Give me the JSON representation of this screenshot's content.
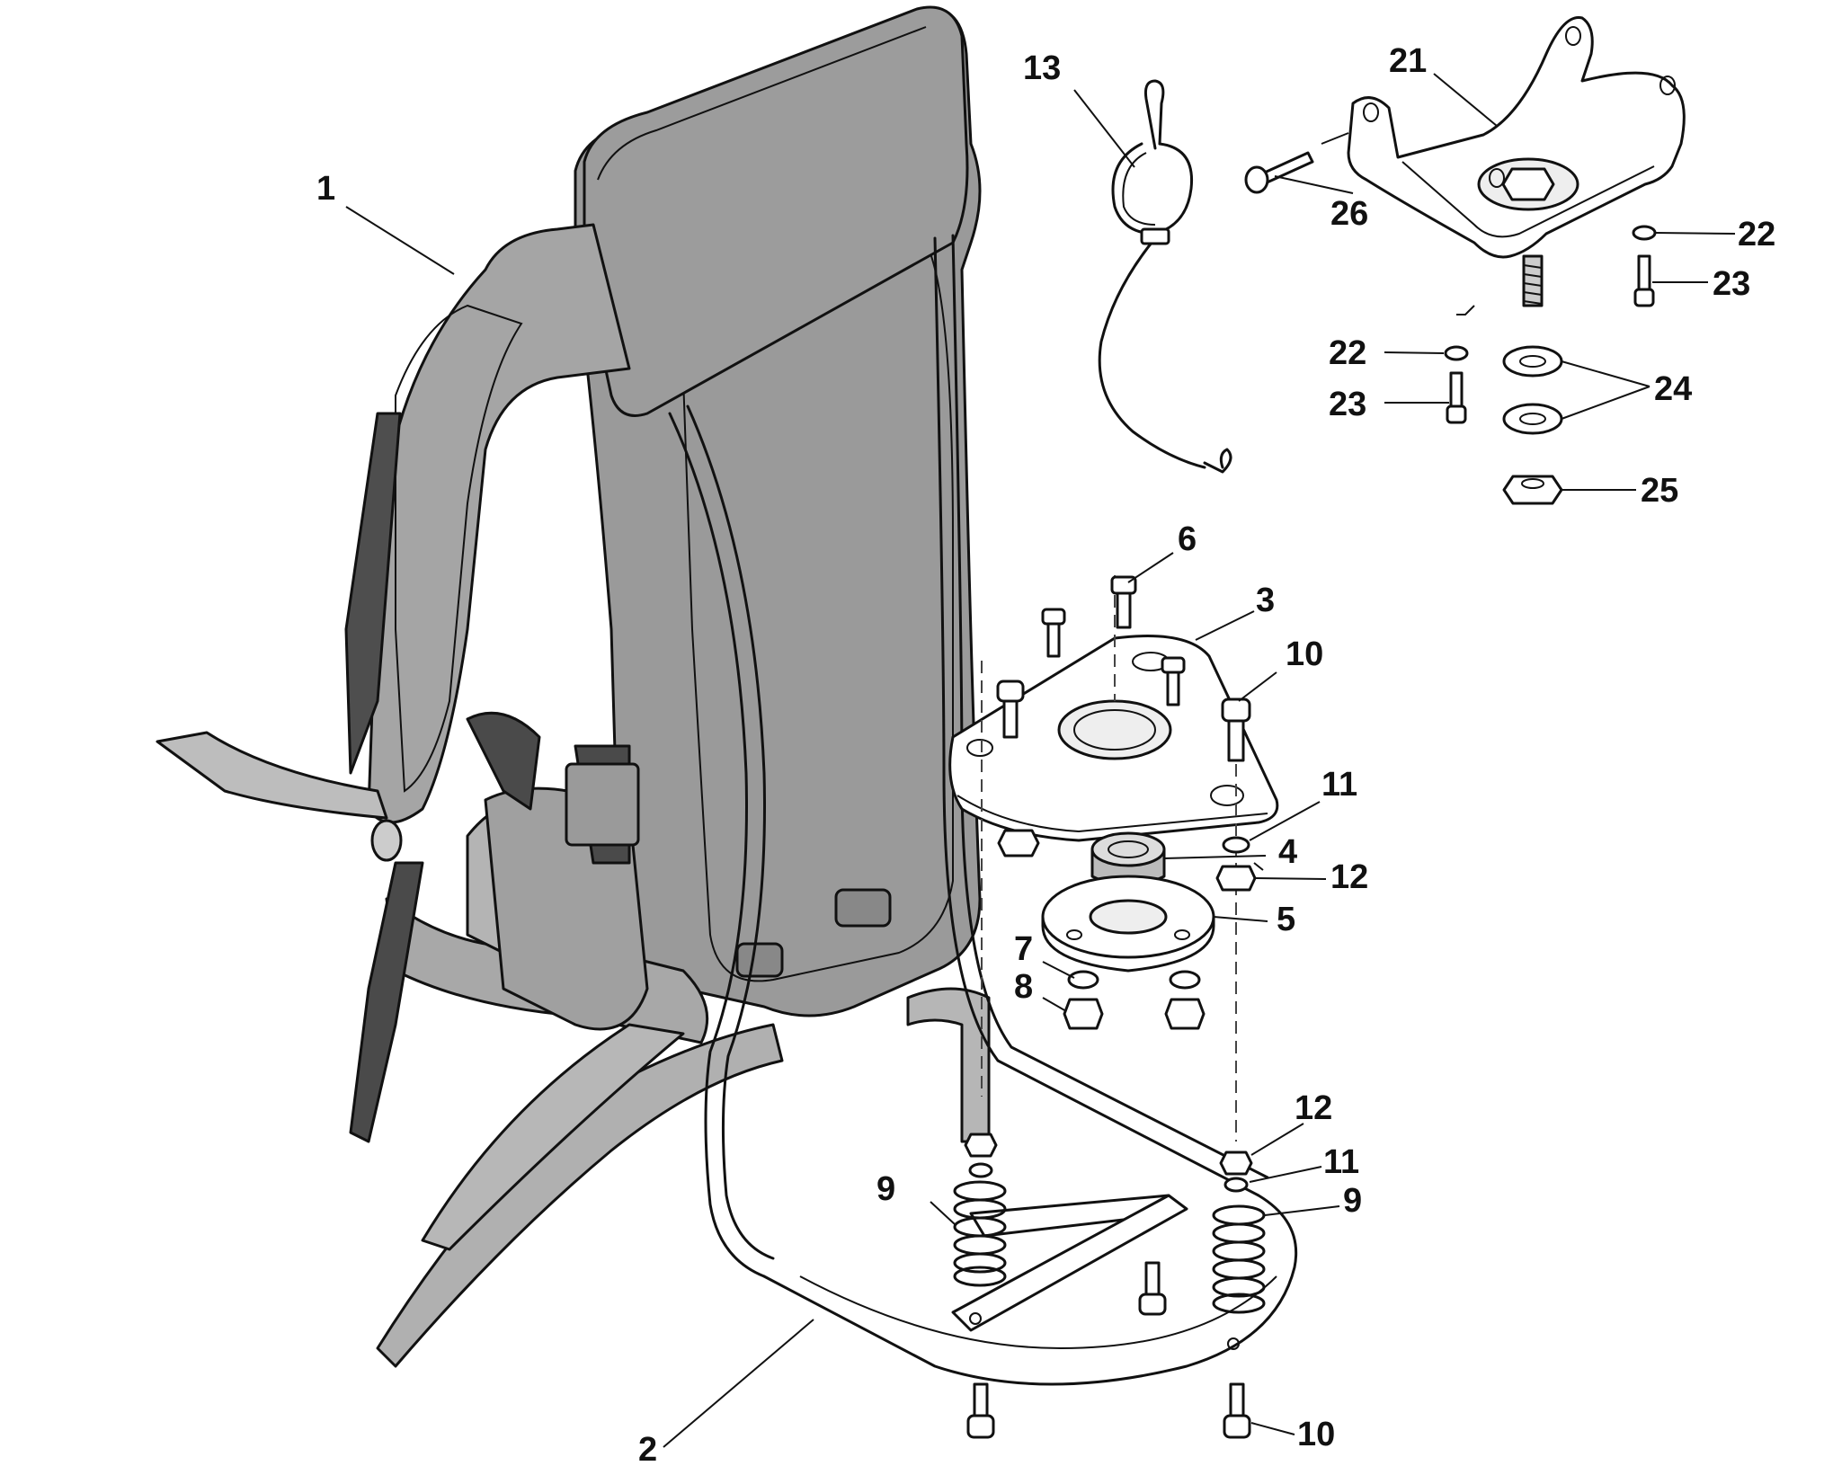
{
  "colors": {
    "pad_dark": "#8e8e8e",
    "pad_mid": "#a4a4a4",
    "pad_light": "#c3c3c3",
    "strap_dark": "#5a5a5a",
    "metal": "#ffffff",
    "line": "#111111"
  },
  "callouts": {
    "c1": "1",
    "c2": "2",
    "c3": "3",
    "c4": "4",
    "c5": "5",
    "c6": "6",
    "c7": "7",
    "c8": "8",
    "c9a": "9",
    "c9b": "9",
    "c10a": "10",
    "c10b": "10",
    "c11a": "11",
    "c11b": "11",
    "c12a": "12",
    "c12b": "12",
    "c13": "13",
    "c21": "21",
    "c22a": "22",
    "c22b": "22",
    "c23a": "23",
    "c23b": "23",
    "c24": "24",
    "c25": "25",
    "c26": "26"
  }
}
